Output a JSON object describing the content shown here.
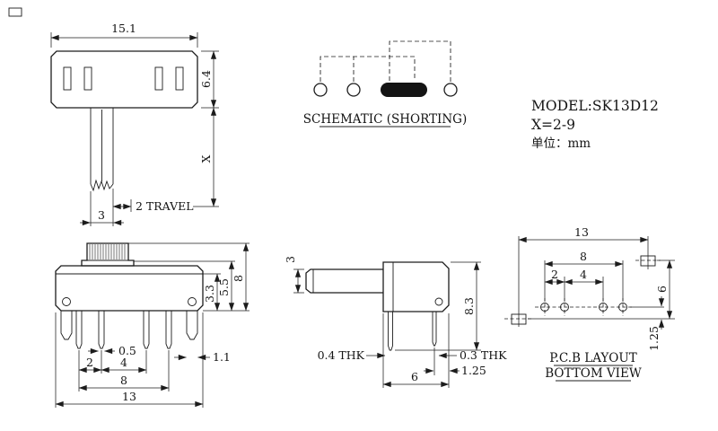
{
  "meta": {
    "background": "#ffffff",
    "line_color": "#1c1c1c"
  },
  "title_block": {
    "model": "MODEL:SK13D12",
    "x_range": "X=2-9",
    "unit": "单位：mm"
  },
  "schematic": {
    "caption": "SCHEMATIC (SHORTING)"
  },
  "top_view": {
    "dim_width": "15.1",
    "dim_height": "6.4",
    "dim_lever": "X",
    "dim_travel": "2 TRAVEL",
    "dim_lever_width": "3"
  },
  "front_view": {
    "dim_body_inner": "3.3",
    "dim_body": "5.5",
    "dim_total_height": "8",
    "dim_pin_width": "0.5",
    "dim_tab_width": "1.1",
    "dim_pitch_a": "2",
    "dim_pitch_b": "4",
    "dim_span": "8",
    "dim_total_width": "13"
  },
  "side_view": {
    "dim_lever_thk": "3",
    "dim_height": "8.3",
    "dim_pin_thk": "0.4 THK",
    "dim_tab_thk": "0.3 THK",
    "dim_tab_offset": "1.25",
    "dim_depth": "6"
  },
  "pcb_view": {
    "dim_total": "13",
    "dim_span": "8",
    "dim_pitch_a": "2",
    "dim_pitch_b": "4",
    "dim_pad_offset": "6",
    "dim_row_offset": "1.25",
    "caption_line1": "P.C.B LAYOUT",
    "caption_line2": "BOTTOM VIEW"
  }
}
